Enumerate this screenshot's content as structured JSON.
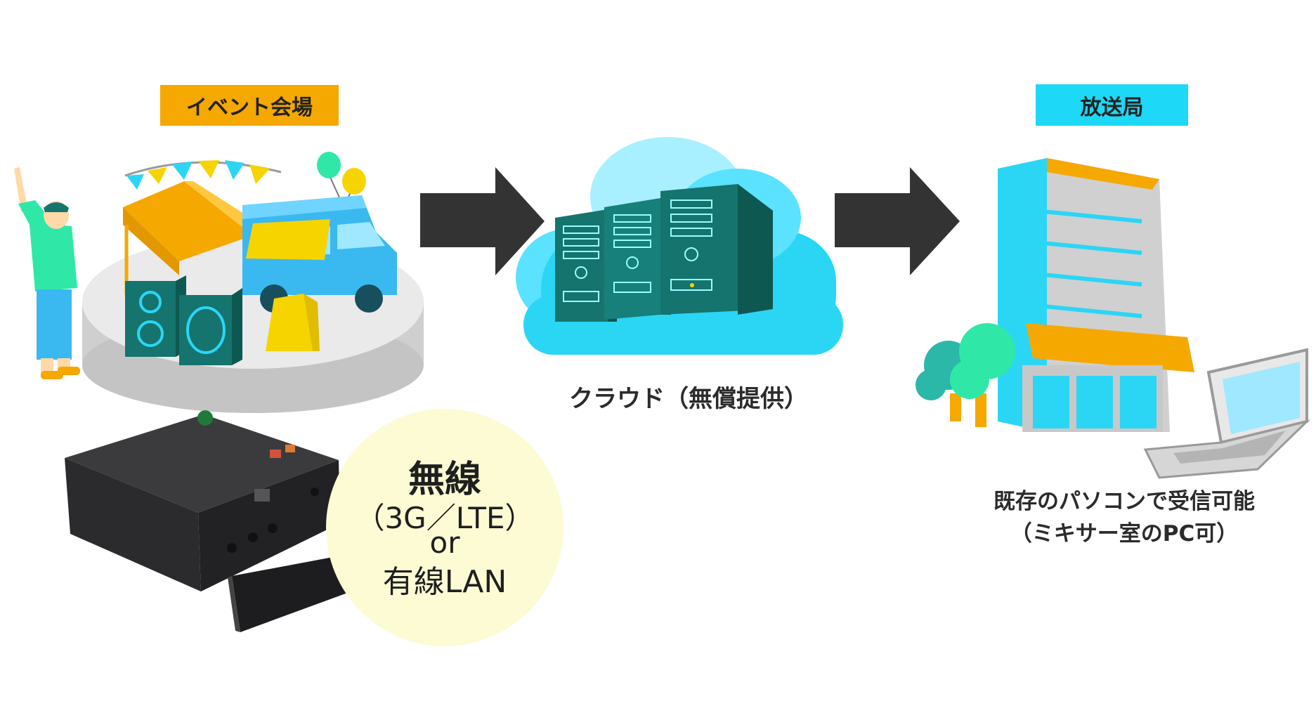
{
  "labels": {
    "event_venue": "イベント会場",
    "broadcast_station": "放送局"
  },
  "captions": {
    "cloud": "クラウド（無償提供）",
    "pc_line1": "既存のパソコンで受信可能",
    "pc_line2": "（ミキサー室のPC可）"
  },
  "connection": {
    "line1": "無線",
    "line2": "（3G／LTE）",
    "line3": "or",
    "line4": "有線LAN"
  },
  "colors": {
    "event_label_bg": "#f5a800",
    "broadcast_label_bg": "#1ed8f7",
    "arrow": "#333333",
    "cloud": "#2bd6f5",
    "server": "#15746e",
    "connection_bubble": "#fdfbd4"
  }
}
